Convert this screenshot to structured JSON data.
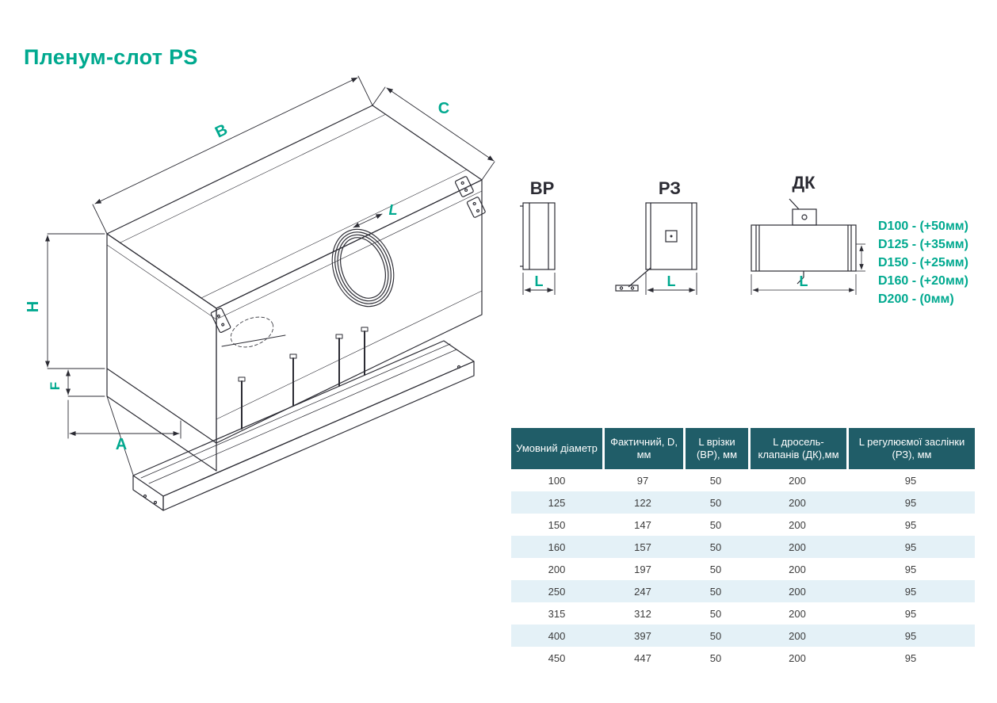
{
  "title": "Пленум-слот PS",
  "colors": {
    "accent": "#00A98F",
    "table_header_bg": "#205D68",
    "table_row_alt": "#E4F1F7",
    "drawing_line": "#2B2B33"
  },
  "main_drawing": {
    "dims": {
      "b": "B",
      "c": "C",
      "h": "H",
      "f": "F",
      "a": "A",
      "l": "L"
    }
  },
  "components": [
    {
      "label": "ВР",
      "dim": "L"
    },
    {
      "label": "РЗ",
      "dim": "L"
    },
    {
      "label": "ДК",
      "dim": "L"
    }
  ],
  "d_notes": [
    "D100 - (+50мм)",
    "D125 - (+35мм)",
    "D150 - (+25мм)",
    "D160 - (+20мм)",
    "D200 - (0мм)"
  ],
  "table": {
    "headers": [
      "Умовний діаметр",
      "Фактичний, D, мм",
      "L врізки (ВР), мм",
      "L дросель-клапанів (ДК),мм",
      "L регулюємої заслінки (РЗ), мм"
    ],
    "rows": [
      [
        "100",
        "97",
        "50",
        "200",
        "95"
      ],
      [
        "125",
        "122",
        "50",
        "200",
        "95"
      ],
      [
        "150",
        "147",
        "50",
        "200",
        "95"
      ],
      [
        "160",
        "157",
        "50",
        "200",
        "95"
      ],
      [
        "200",
        "197",
        "50",
        "200",
        "95"
      ],
      [
        "250",
        "247",
        "50",
        "200",
        "95"
      ],
      [
        "315",
        "312",
        "50",
        "200",
        "95"
      ],
      [
        "400",
        "397",
        "50",
        "200",
        "95"
      ],
      [
        "450",
        "447",
        "50",
        "200",
        "95"
      ]
    ]
  }
}
